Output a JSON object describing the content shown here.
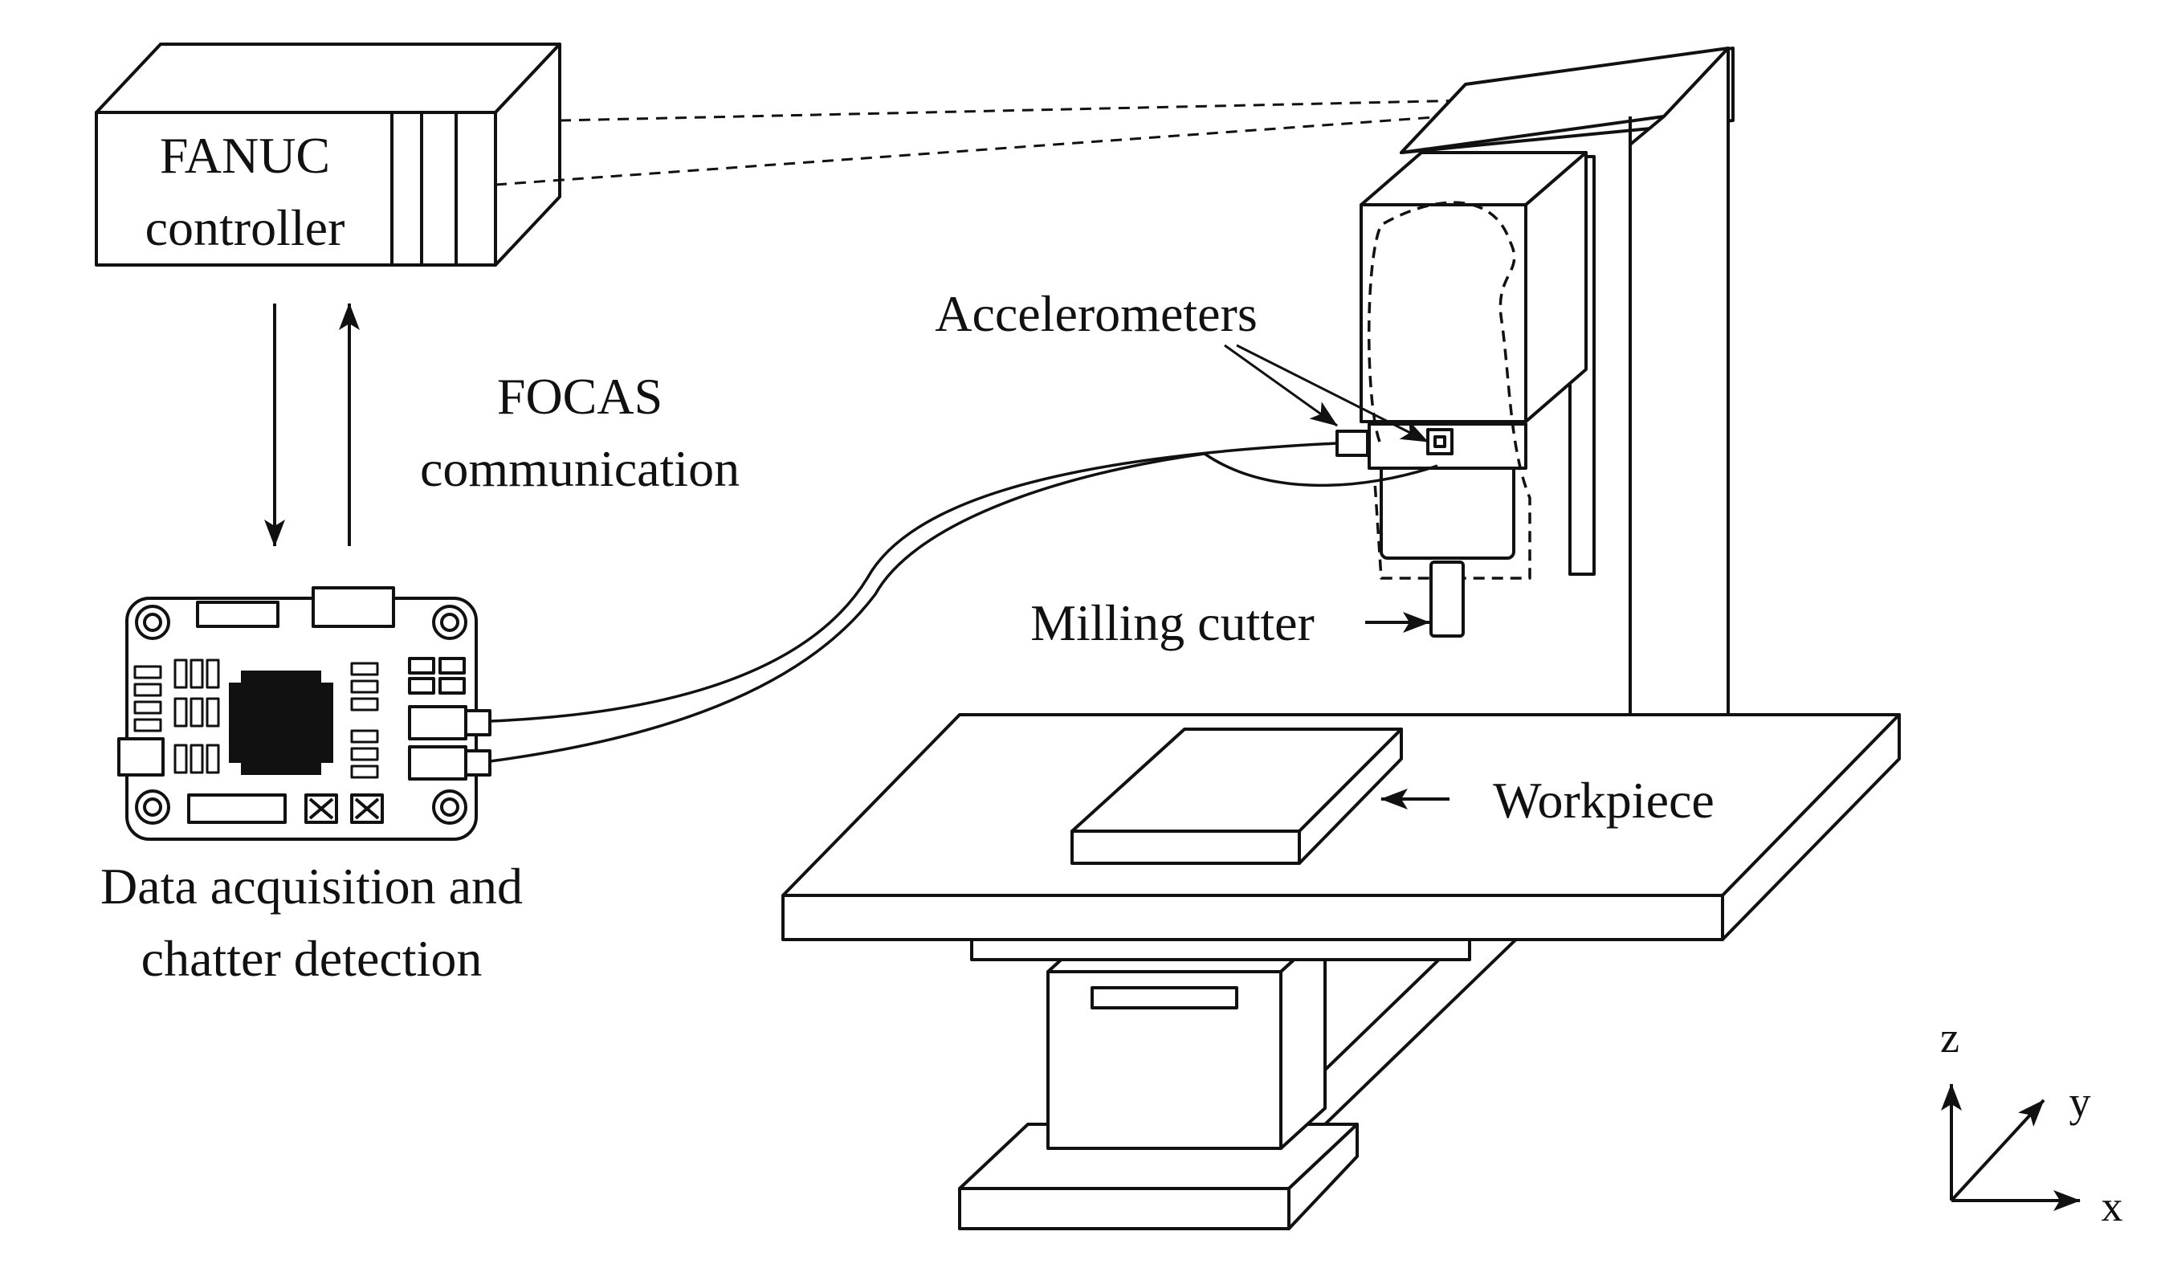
{
  "labels": {
    "controller_line1": "FANUC",
    "controller_line2": "controller",
    "focas_line1": "FOCAS",
    "focas_line2": "communication",
    "accelerometers": "Accelerometers",
    "milling_cutter": "Milling cutter",
    "workpiece": "Workpiece",
    "daq_line1": "Data acquisition and",
    "daq_line2": "chatter detection"
  },
  "axes": {
    "z": "z",
    "y": "y",
    "x": "x"
  },
  "colors": {
    "stroke": "#111111",
    "background": "#ffffff"
  }
}
